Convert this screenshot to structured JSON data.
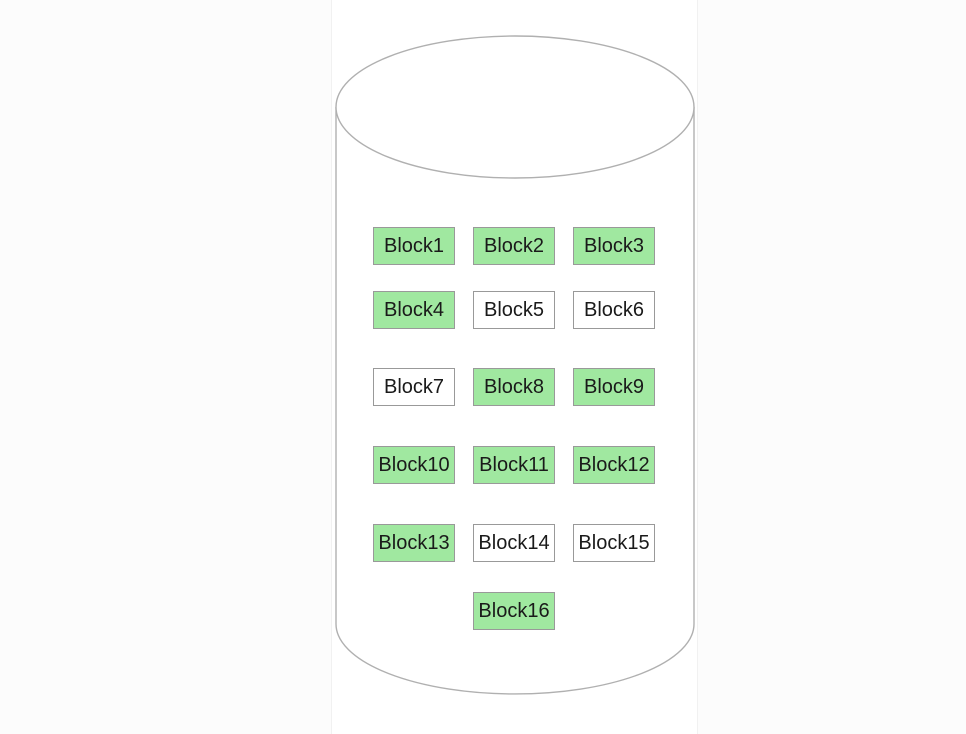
{
  "diagram": {
    "type": "database-cylinder-with-blocks",
    "cylinder": {
      "stroke_color": "#b0b0b0",
      "fill_color": "#ffffff"
    },
    "block_style": {
      "filled_color": "#a0e8a0",
      "empty_color": "#ffffff",
      "border_color": "#999999",
      "text_color": "#1a1a1a"
    },
    "blocks": [
      {
        "label": "Block1",
        "filled": true,
        "row": 0,
        "col": 0
      },
      {
        "label": "Block2",
        "filled": true,
        "row": 0,
        "col": 1
      },
      {
        "label": "Block3",
        "filled": true,
        "row": 0,
        "col": 2
      },
      {
        "label": "Block4",
        "filled": true,
        "row": 1,
        "col": 0
      },
      {
        "label": "Block5",
        "filled": false,
        "row": 1,
        "col": 1
      },
      {
        "label": "Block6",
        "filled": false,
        "row": 1,
        "col": 2
      },
      {
        "label": "Block7",
        "filled": false,
        "row": 2,
        "col": 0
      },
      {
        "label": "Block8",
        "filled": true,
        "row": 2,
        "col": 1
      },
      {
        "label": "Block9",
        "filled": true,
        "row": 2,
        "col": 2
      },
      {
        "label": "Block10",
        "filled": true,
        "row": 3,
        "col": 0
      },
      {
        "label": "Block11",
        "filled": true,
        "row": 3,
        "col": 1
      },
      {
        "label": "Block12",
        "filled": true,
        "row": 3,
        "col": 2
      },
      {
        "label": "Block13",
        "filled": true,
        "row": 4,
        "col": 0
      },
      {
        "label": "Block14",
        "filled": false,
        "row": 4,
        "col": 1
      },
      {
        "label": "Block15",
        "filled": false,
        "row": 4,
        "col": 2
      },
      {
        "label": "Block16",
        "filled": true,
        "row": 5,
        "col": 1
      }
    ]
  }
}
